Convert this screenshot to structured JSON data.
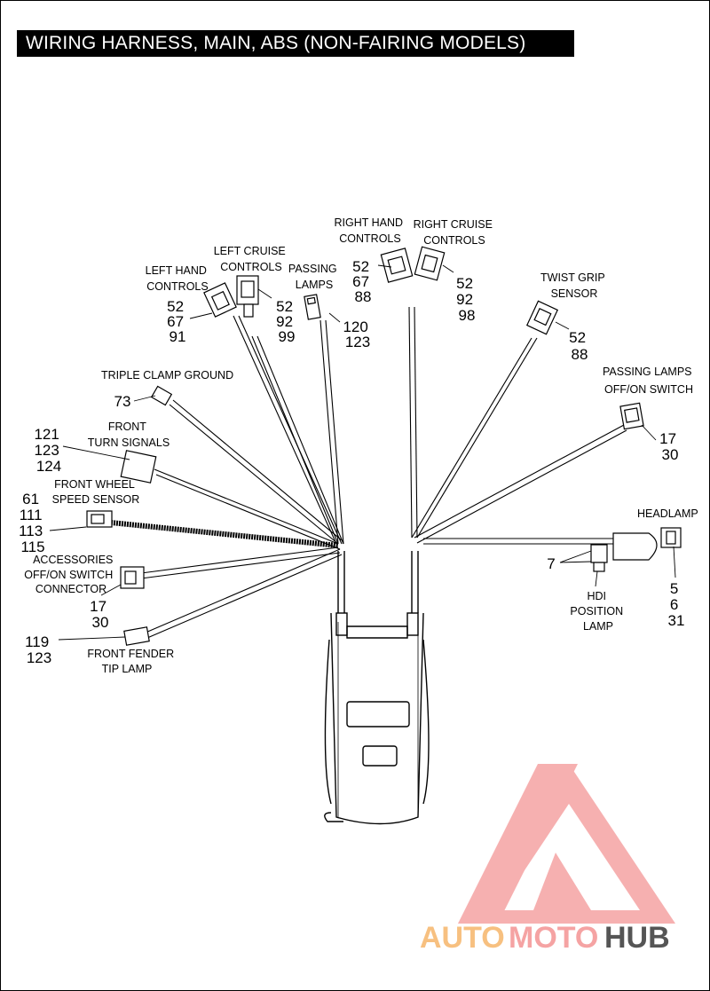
{
  "title": "WIRING HARNESS, MAIN, ABS (NON-FAIRING MODELS)",
  "components": {
    "left_hand_controls": {
      "label": [
        "LEFT HAND",
        "CONTROLS"
      ],
      "refs": [
        "52",
        "67",
        "91"
      ]
    },
    "left_cruise_controls": {
      "label": [
        "LEFT CRUISE",
        "CONTROLS"
      ],
      "refs": [
        "52",
        "92",
        "99"
      ]
    },
    "passing_lamps": {
      "label": [
        "PASSING",
        "LAMPS"
      ],
      "refs": [
        "120",
        "123"
      ]
    },
    "right_hand_controls": {
      "label": [
        "RIGHT HAND",
        "CONTROLS"
      ],
      "refs": [
        "52",
        "67",
        "88"
      ]
    },
    "right_cruise_controls": {
      "label": [
        "RIGHT CRUISE",
        "CONTROLS"
      ],
      "refs": [
        "52",
        "92",
        "98"
      ]
    },
    "twist_grip_sensor": {
      "label": [
        "TWIST GRIP",
        "SENSOR"
      ],
      "refs": [
        "52",
        "88"
      ]
    },
    "passing_lamps_switch": {
      "label": [
        "PASSING LAMPS",
        "OFF/ON SWITCH"
      ],
      "refs": [
        "17",
        "30"
      ]
    },
    "triple_clamp_ground": {
      "label": [
        "TRIPLE CLAMP GROUND"
      ],
      "refs": [
        "73"
      ]
    },
    "front_turn_signals": {
      "label": [
        "FRONT",
        "TURN SIGNALS"
      ],
      "refs": [
        "121",
        "123",
        "124"
      ]
    },
    "front_wheel_speed_sensor": {
      "label": [
        "FRONT WHEEL",
        "SPEED SENSOR"
      ],
      "refs": [
        "61",
        "111",
        "113",
        "115"
      ]
    },
    "accessories_switch_connector": {
      "label": [
        "ACCESSORIES",
        "OFF/ON SWITCH",
        "CONNECTOR"
      ],
      "refs": [
        "17",
        "30"
      ]
    },
    "front_fender_tip_lamp": {
      "label": [
        "FRONT FENDER",
        "TIP LAMP"
      ],
      "refs": [
        "119",
        "123"
      ]
    },
    "headlamp": {
      "label": [
        "HEADLAMP"
      ],
      "refs": [
        "5",
        "6",
        "31"
      ]
    },
    "hdi_position_lamp": {
      "label": [
        "HDI",
        "POSITION",
        "LAMP"
      ],
      "refs": [
        "7"
      ]
    }
  },
  "watermark": {
    "part1": "AUTO",
    "part2": "MOTO",
    "part3": "HUB",
    "color_main": "#f5a9a9",
    "color_dark": "#444444"
  }
}
